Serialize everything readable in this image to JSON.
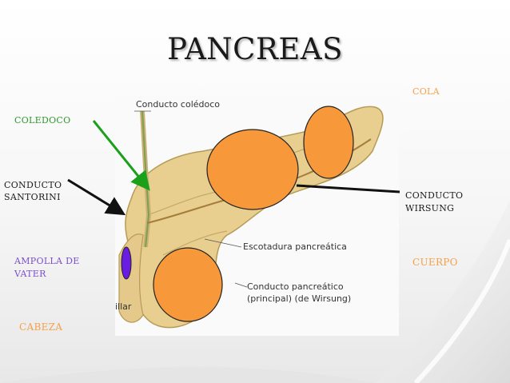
{
  "title": "PANCREAS",
  "labels": {
    "cola": "COLA",
    "coledoco": "COLEDOCO",
    "conducto_santorini_1": "CONDUCTO",
    "conducto_santorini_2": "SANTORINI",
    "conducto_wirsung_1": "CONDUCTO",
    "conducto_wirsung_2": "WIRSUNG",
    "ampolla_1": "AMPOLLA DE",
    "ampolla_2": "VATER",
    "cuerpo": "CUERPO",
    "cabeza": "CABEZA"
  },
  "photo_labels": {
    "conducto_coledoco": "Conducto colédoco",
    "escotadura": "Escotadura pancreática",
    "conducto_pancreatico_1": "Conducto pancreático",
    "conducto_pancreatico_2": "(principal) (de Wirsung)",
    "partial": "illar"
  },
  "colors": {
    "cola": "#f5a14a",
    "cuerpo": "#f5a14a",
    "cabeza": "#f5a14a",
    "coledoco": "#2e9a2e",
    "ampolla": "#7b4fc9",
    "dark": "#1a1a1a",
    "marker_fill": "#f7983a",
    "ampolla_marker": "#6a1de0",
    "green_arrow": "#1aa01a"
  }
}
